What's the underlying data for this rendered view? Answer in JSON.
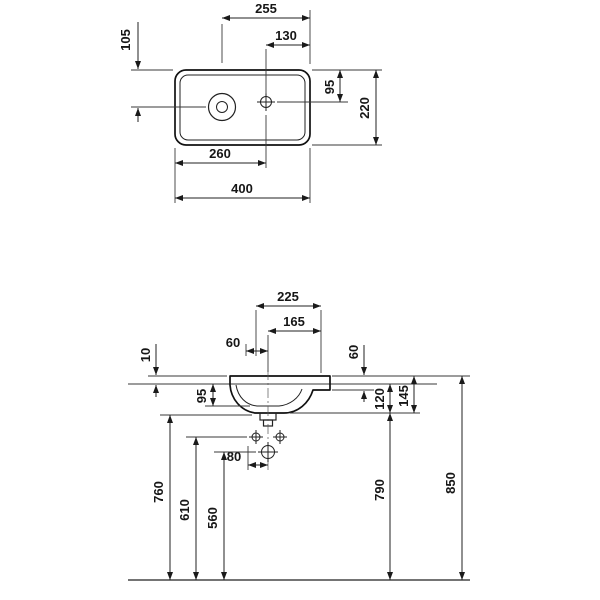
{
  "colors": {
    "line": "#1a1a1a",
    "background": "#ffffff"
  },
  "top_view": {
    "d255": "255",
    "d130": "130",
    "d105": "105",
    "d95": "95",
    "d220": "220",
    "d260": "260",
    "d400": "400"
  },
  "front_view": {
    "d225": "225",
    "d165": "165",
    "d60_top": "60",
    "d60_right": "60",
    "d10": "10",
    "d95": "95",
    "d120": "120",
    "d145": "145",
    "d80": "80",
    "d760": "760",
    "d610": "610",
    "d560": "560",
    "d790": "790",
    "d850": "850"
  }
}
